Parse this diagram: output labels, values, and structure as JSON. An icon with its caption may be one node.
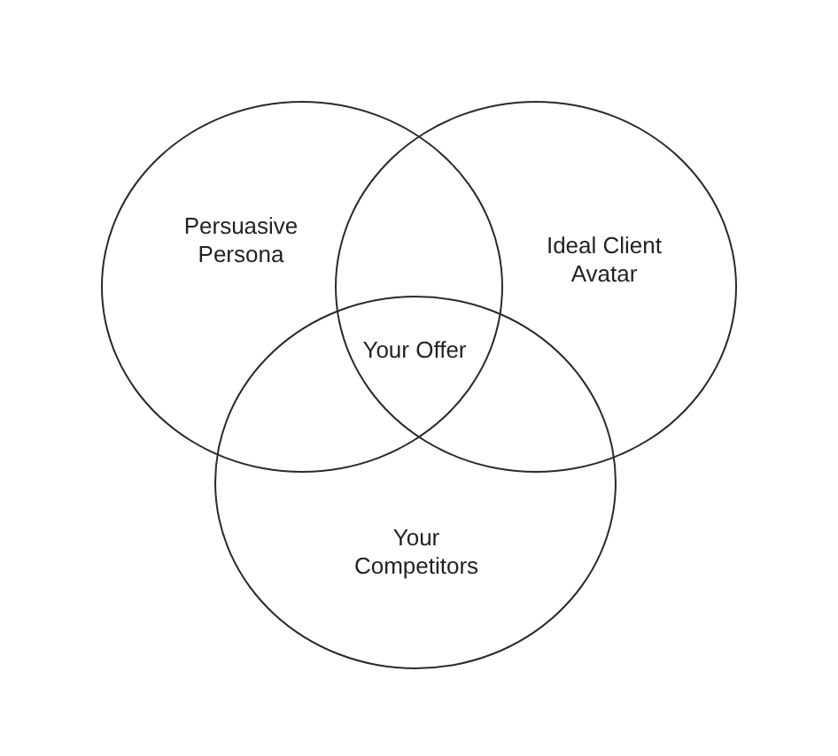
{
  "diagram": {
    "nodes": [
      {
        "text": [
          "Persuasive Persona"
        ]
      },
      {
        "text": [
          "Ideal Client Avatar"
        ]
      },
      {
        "text": [
          "Your Competitors"
        ]
      }
    ],
    "edges": [],
    "labels": [
      "Your Offer"
    ]
  }
}
